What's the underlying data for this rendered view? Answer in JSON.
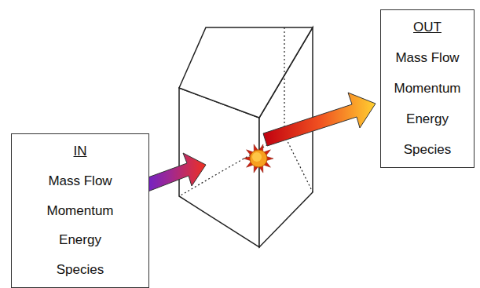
{
  "diagram": {
    "nodes": [
      {
        "text": [
          "OUT",
          "Mass Flow",
          "Momentum",
          "Energy",
          "Species"
        ]
      },
      {
        "text": [
          "IN",
          "Mass Flow",
          "Momentum",
          "Energy",
          "Species"
        ]
      }
    ]
  }
}
